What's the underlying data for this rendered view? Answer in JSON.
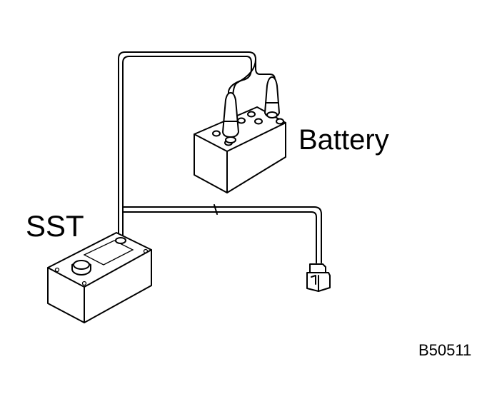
{
  "labels": {
    "battery": "Battery",
    "sst": "SST",
    "code": "B50511"
  }
}
